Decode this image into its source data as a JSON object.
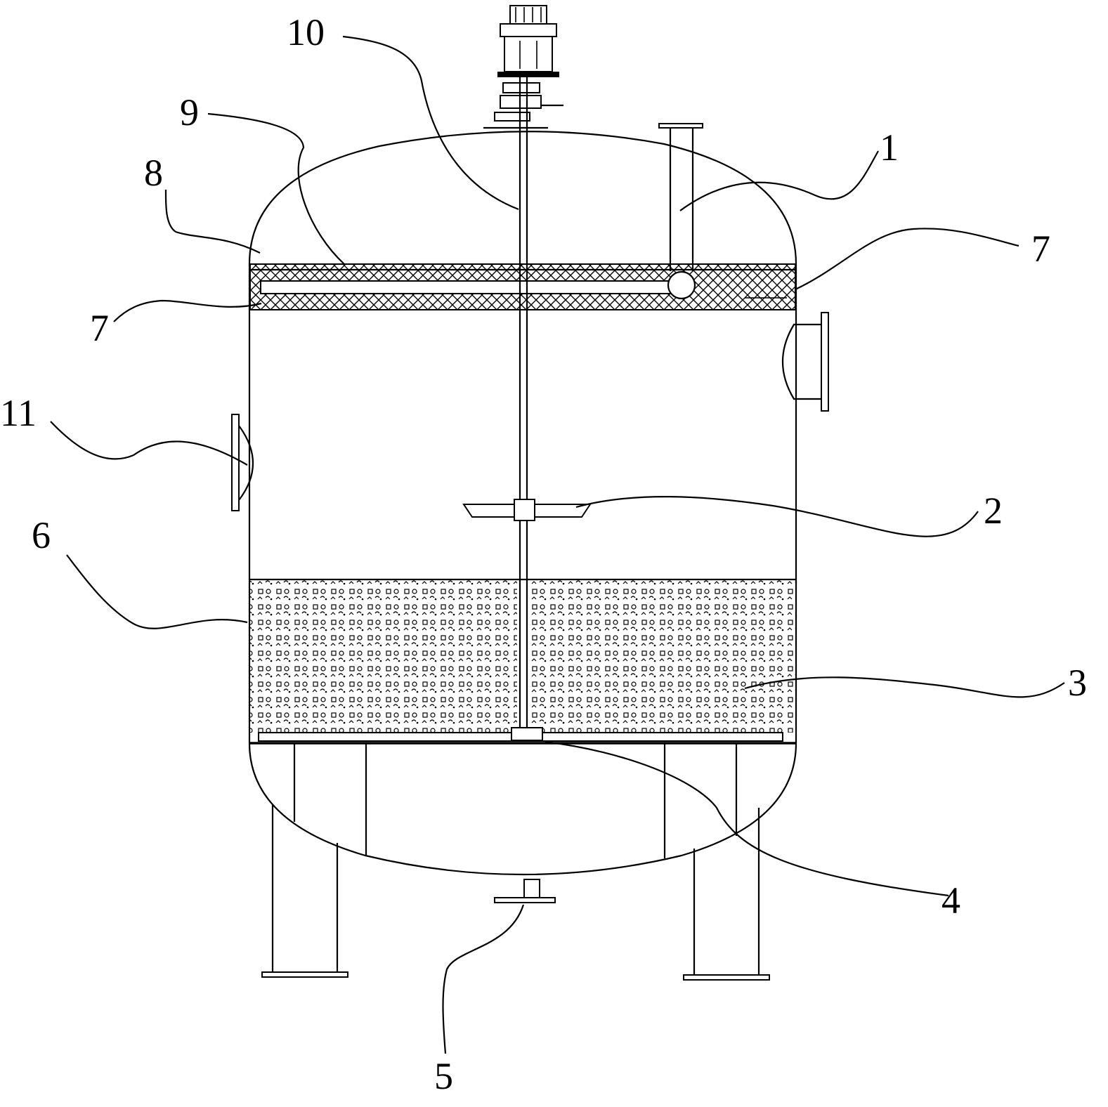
{
  "colors": {
    "line": "#000000",
    "background": "#ffffff"
  },
  "callouts": [
    {
      "id": "c1",
      "text": "1"
    },
    {
      "id": "c2",
      "text": "2"
    },
    {
      "id": "c3",
      "text": "3"
    },
    {
      "id": "c4",
      "text": "4"
    },
    {
      "id": "c5",
      "text": "5"
    },
    {
      "id": "c6",
      "text": "6"
    },
    {
      "id": "c7a",
      "text": "7"
    },
    {
      "id": "c7b",
      "text": "7"
    },
    {
      "id": "c8",
      "text": "8"
    },
    {
      "id": "c9",
      "text": "9"
    },
    {
      "id": "c10",
      "text": "10"
    },
    {
      "id": "c11",
      "text": "11"
    }
  ]
}
